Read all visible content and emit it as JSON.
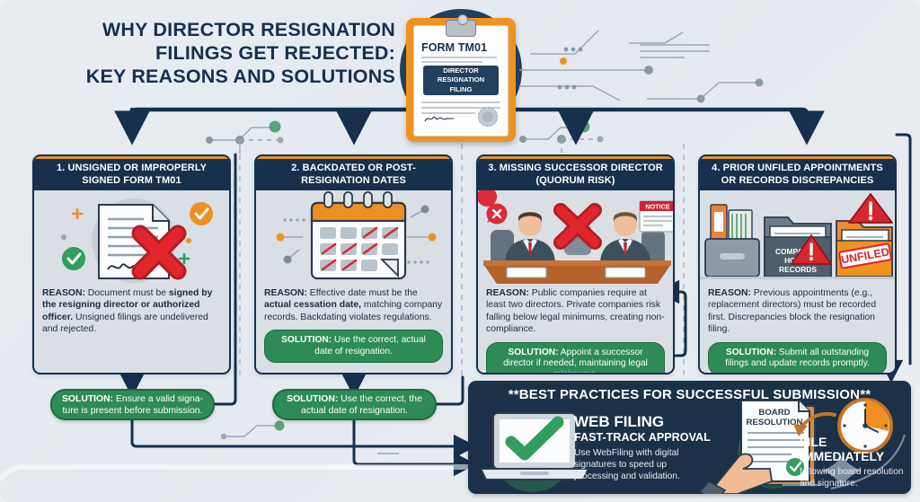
{
  "title": {
    "line1": "WHY DIRECTOR RESIGNATION",
    "line2": "FILINGS GET REJECTED:",
    "line3": "KEY REASONS AND SOLUTIONS"
  },
  "clipboard": {
    "form_title": "FORM TM01",
    "badge_line1": "DIRECTOR",
    "badge_line2": "RESIGNATION",
    "badge_line3": "FILING"
  },
  "cards": [
    {
      "header": "1. UNSIGNED OR IMPROPERLY SIGNED FORM TM01",
      "reason_label": "REASON:",
      "reason_text": " Document must be ",
      "reason_bold1": "signed by the resigning director or authorized officer.",
      "reason_text2": " Unsigned filings are undelivered and rejected.",
      "has_inline_solution": false
    },
    {
      "header": "2. BACKDATED OR POST-RESIGNATION DATES",
      "reason_label": "REASON:",
      "reason_text": " Effective date must be the ",
      "reason_bold1": "actual cessation date,",
      "reason_text2": " matching company records. Backdating violates regulations.",
      "has_inline_solution": true,
      "solution_label": "SOLUTION:",
      "solution_text": " Use the correct, actual date of resignation."
    },
    {
      "header": "3. MISSING SUCCESSOR DIRECTOR (QUORUM RISK)",
      "reason_label": "REASON:",
      "reason_text": " Public companies require at least two directors. Private companies risk falling below legal minimums, creating non-compliance.",
      "reason_bold1": "",
      "reason_text2": "",
      "has_inline_solution": true,
      "solution_label": "SOLUTION:",
      "solution_text": " Appoint a successor director if needed, maintaining legal minimums.",
      "notice_badge": "NOTICE"
    },
    {
      "header": "4. PRIOR UNFILED APPOINTMENTS OR RECORDS DISCREPANCIES",
      "reason_label": "REASON:",
      "reason_text": " Previous appointments (e.g., replacement directors) must be recorded first. Discrepancies block the resignation filing.",
      "reason_bold1": "",
      "reason_text2": "",
      "has_inline_solution": true,
      "solution_label": "SOLUTION:",
      "solution_text": " Submit all outstanding filings and update records promptly.",
      "folder_label_line1": "COMPANIES",
      "folder_label_line2": "HOUSE",
      "folder_label_line3": "RECORDS",
      "unfiled_stamp": "UNFILED"
    }
  ],
  "standalone_solutions": [
    {
      "label": "SOLUTION:",
      "text": " Ensure a valid signa-ture is present before submission."
    },
    {
      "label": "SOLUTION:",
      "text": " Use the correct, the actual date of resignation."
    }
  ],
  "bottom_panel": {
    "title": "**BEST PRACTICES FOR SUCCESSFUL SUBMISSION**",
    "web_filing": {
      "heading": "WEB FILING",
      "subheading": "FAST-TRACK APPROVAL",
      "body": "Use WebFiling with digital signatures to speed up processing and validation."
    },
    "board_resolution_label_line1": "BOARD",
    "board_resolution_label_line2": "RESOLUTION",
    "file_immediately": {
      "heading": "FILE IMMEDIATELY",
      "body": "following board resolution and signature."
    }
  },
  "colors": {
    "navy": "#16304d",
    "panel_navy": "#1b3147",
    "orange": "#e8922c",
    "green": "#2e8b57",
    "red": "#d62f35",
    "card_bg": "#d9dfe5",
    "page_bg": "#e9edf1"
  },
  "icons": {
    "check_green": "check-circle-green-icon",
    "check_orange": "check-circle-orange-icon",
    "x_red": "x-circle-red-icon",
    "big_x": "red-cross-icon",
    "warning": "warning-triangle-icon",
    "clock": "clock-icon",
    "laptop": "laptop-check-icon"
  }
}
